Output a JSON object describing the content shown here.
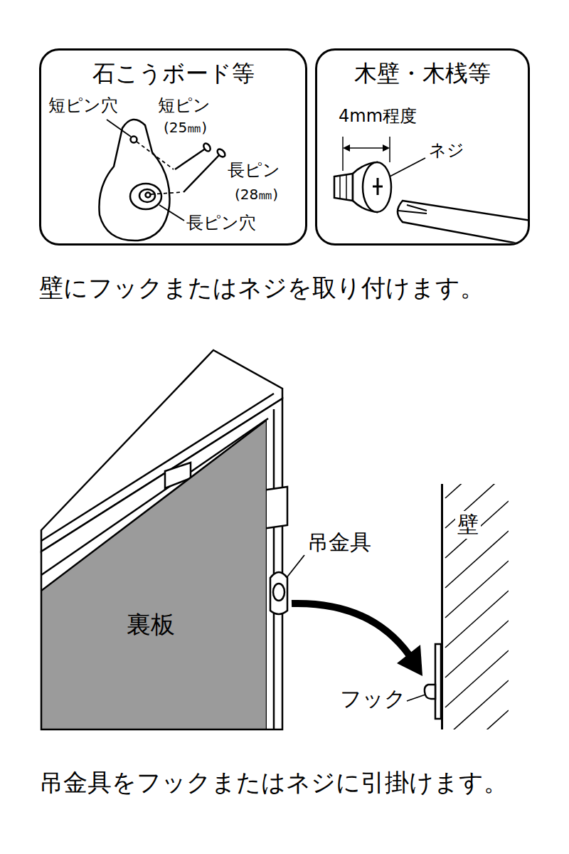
{
  "diagram": {
    "nodes": [
      {
        "text": [
          "石こうボード等"
        ]
      },
      {
        "text": [
          "木壁・木桟等"
        ]
      },
      {
        "text": [
          "裏板"
        ]
      },
      {
        "text": [
          "壁"
        ]
      }
    ],
    "labels": [
      "短ピン穴",
      "短ピン",
      "(25㎜)",
      "長ピン",
      "(28㎜)",
      "長ピン穴",
      "4mm程度",
      "ネジ",
      "壁にフックまたはネジを取り付けます。",
      "吊金具",
      "フック",
      "吊金具をフックまたはネジに引掛けます。"
    ]
  }
}
